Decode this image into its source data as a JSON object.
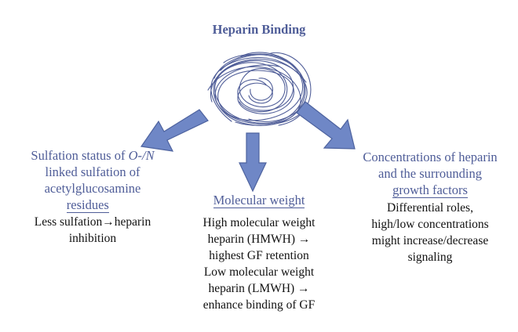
{
  "title": "Heparin Binding",
  "colors": {
    "accent": "#4f5d98",
    "arrow_fill": "#6f87c6",
    "arrow_stroke": "#4e639f"
  },
  "left": {
    "heading": {
      "line1_pre": "Sulfation status of ",
      "line1_italic": "O-/N",
      "line2": "linked sulfation of",
      "line3": "acetylglucosamine",
      "line4": "residues"
    },
    "body": {
      "line1": "Less sulfation→heparin",
      "line2": "inhibition"
    }
  },
  "center": {
    "heading": "Molecular weight",
    "body": {
      "line1": "High molecular weight",
      "line2": "heparin (HMWH) →",
      "line3": "highest GF retention",
      "line4": "Low molecular weight",
      "line5": "heparin (LMWH) →",
      "line6": "enhance binding of GF"
    }
  },
  "right": {
    "heading": {
      "line1": "Concentrations of heparin",
      "line2": "and the surrounding",
      "line3": "growth factors"
    },
    "body": {
      "line1": "Differential roles,",
      "line2": "high/low concentrations",
      "line3": "might increase/decrease",
      "line4": "signaling"
    }
  }
}
